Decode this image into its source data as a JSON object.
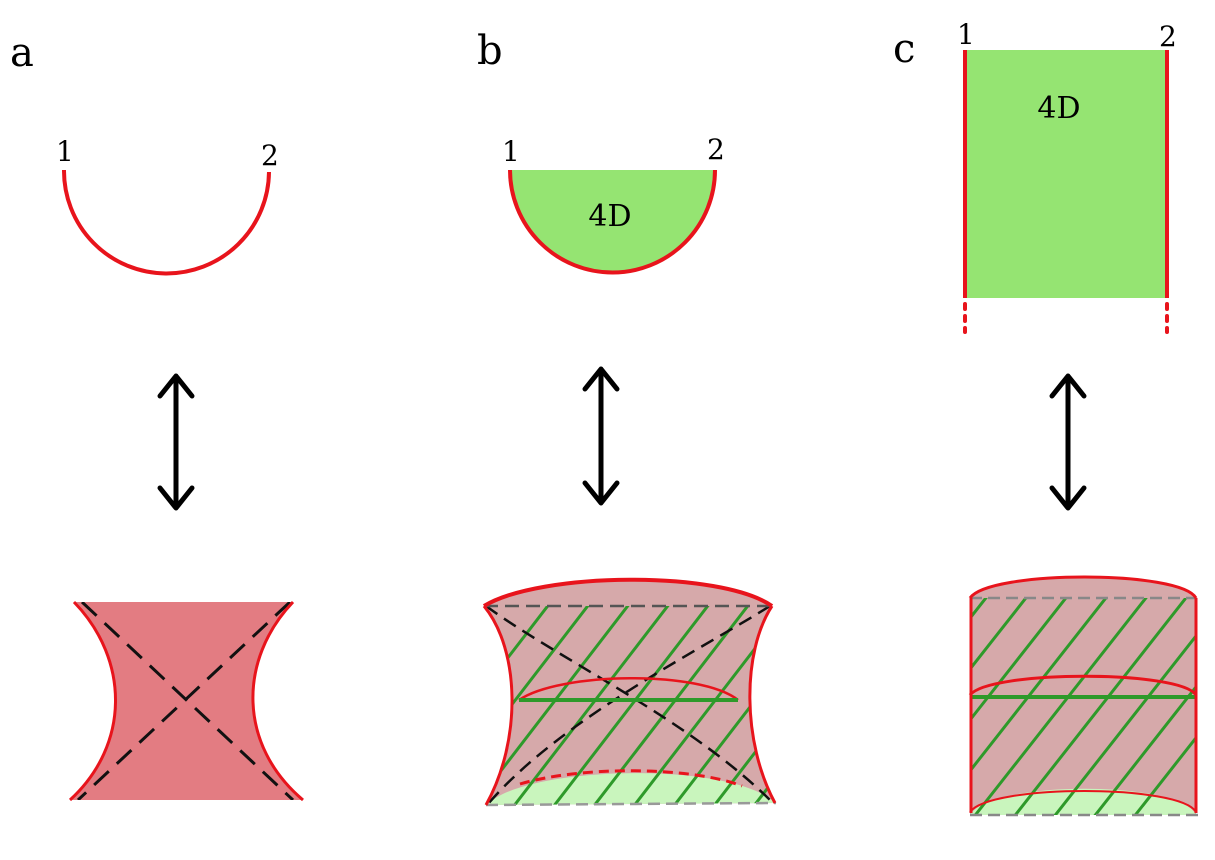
{
  "panels": [
    {
      "label": "a",
      "point_1": "1",
      "point_2": "2"
    },
    {
      "label": "b",
      "point_1": "1",
      "point_2": "2",
      "region": "4D"
    },
    {
      "label": "c",
      "point_1": "1",
      "point_2": "2",
      "region": "4D"
    }
  ],
  "colors": {
    "boundary_red": "#e8141c",
    "bulk_green": "#95e472",
    "light_green": "#c9f5bd",
    "hatch_green": "#2e9a2a",
    "pink_fill": "#e37c82",
    "muted_pink": "#d6a9aa",
    "dash": "#111111",
    "arrow": "#000000"
  }
}
